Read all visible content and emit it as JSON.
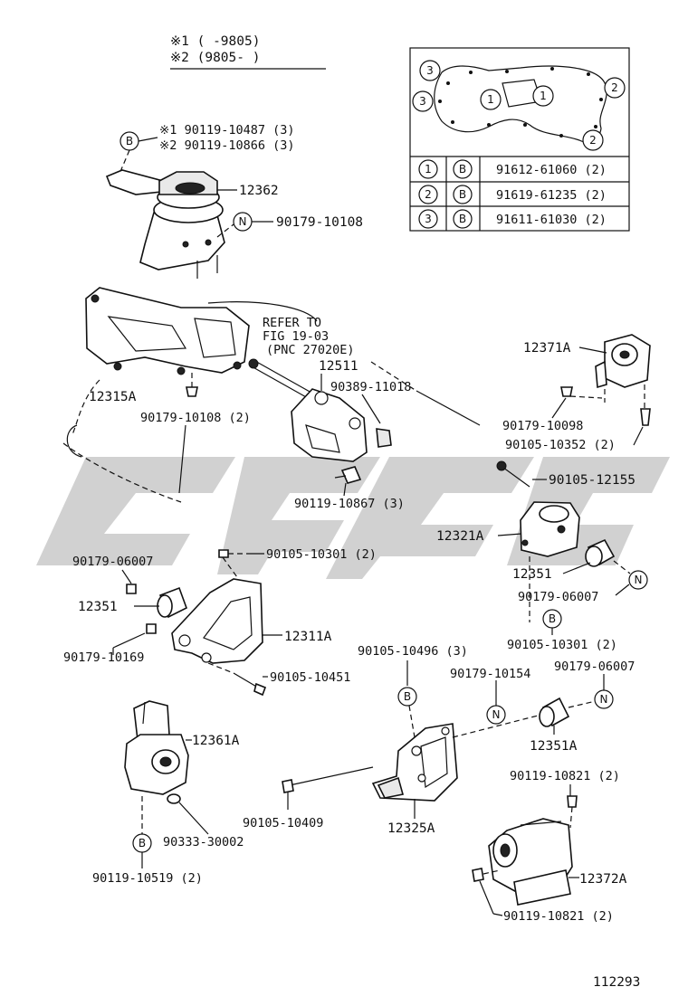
{
  "notes": {
    "note1": "※1 (      -9805)",
    "note2": "※2 (9805-      )"
  },
  "table": {
    "rows": [
      {
        "key": "1",
        "type": "B",
        "part": "91612-61060 (2)"
      },
      {
        "key": "2",
        "type": "B",
        "part": "91619-61235 (2)"
      },
      {
        "key": "3",
        "type": "B",
        "part": "91611-61030 (2)"
      }
    ]
  },
  "inset": {
    "markers": [
      "3",
      "3",
      "1",
      "1",
      "2",
      "2"
    ]
  },
  "refer": {
    "line1": "REFER TO",
    "line2": "FIG 19-03",
    "line3": "(PNC 27020E)"
  },
  "labels": {
    "b1_note1": "※1 90119-10487 (3)",
    "b1_note2": "※2 90119-10866 (3)",
    "p12362": "12362",
    "p90179_10108": "90179-10108",
    "p12315A": "12315A",
    "p90179_10108_2": "90179-10108 (2)",
    "p12511": "12511",
    "p90389_11018": "90389-11018",
    "p90119_10867": "90119-10867 (3)",
    "p12371A": "12371A",
    "p90179_10098": "90179-10098",
    "p90105_10352": "90105-10352 (2)",
    "p90105_12155": "90105-12155",
    "p12321A": "12321A",
    "p12351_right": "12351",
    "p90179_06007_right": "90179-06007",
    "p90105_10301_right": "90105-10301 (2)",
    "p90179_06007_left": "90179-06007",
    "p90105_10301_left": "90105-10301 (2)",
    "p12351_left": "12351",
    "p12311A": "12311A",
    "p90179_10169": "90179-10169",
    "p90105_10451": "90105-10451",
    "p90105_10496": "90105-10496 (3)",
    "p90179_10154": "90179-10154",
    "p90179_06007_br": "90179-06007",
    "p12351A": "12351A",
    "p12361A": "12361A",
    "p90119_10821_top": "90119-10821 (2)",
    "p90105_10409": "90105-10409",
    "p12325A": "12325A",
    "p90333_30002": "90333-30002",
    "p12372A": "12372A",
    "p90119_10519": "90119-10519 (2)",
    "p90119_10821_bot": "90119-10821 (2)",
    "diagram_id": "112293"
  },
  "callouts": {
    "B": "B",
    "N": "N"
  },
  "colors": {
    "line": "#111111",
    "watermark": "#c8c8c8",
    "background": "#ffffff"
  }
}
